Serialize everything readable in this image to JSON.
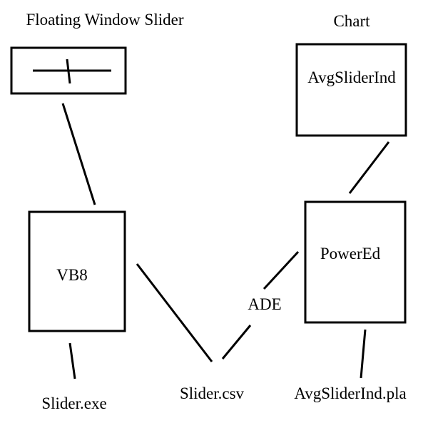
{
  "labels": {
    "slider_window": "Floating Window Slider",
    "chart": "Chart",
    "chart_box": "AvgSliderInd",
    "vb8": "VB8",
    "poweredit": "PowerEd",
    "ade": "ADE",
    "slider_exe": "Slider.exe",
    "slider_csv": "Slider.csv",
    "avg_pla": "AvgSliderInd.pla"
  },
  "colors": {
    "line": "#000000",
    "background": "#ffffff"
  }
}
